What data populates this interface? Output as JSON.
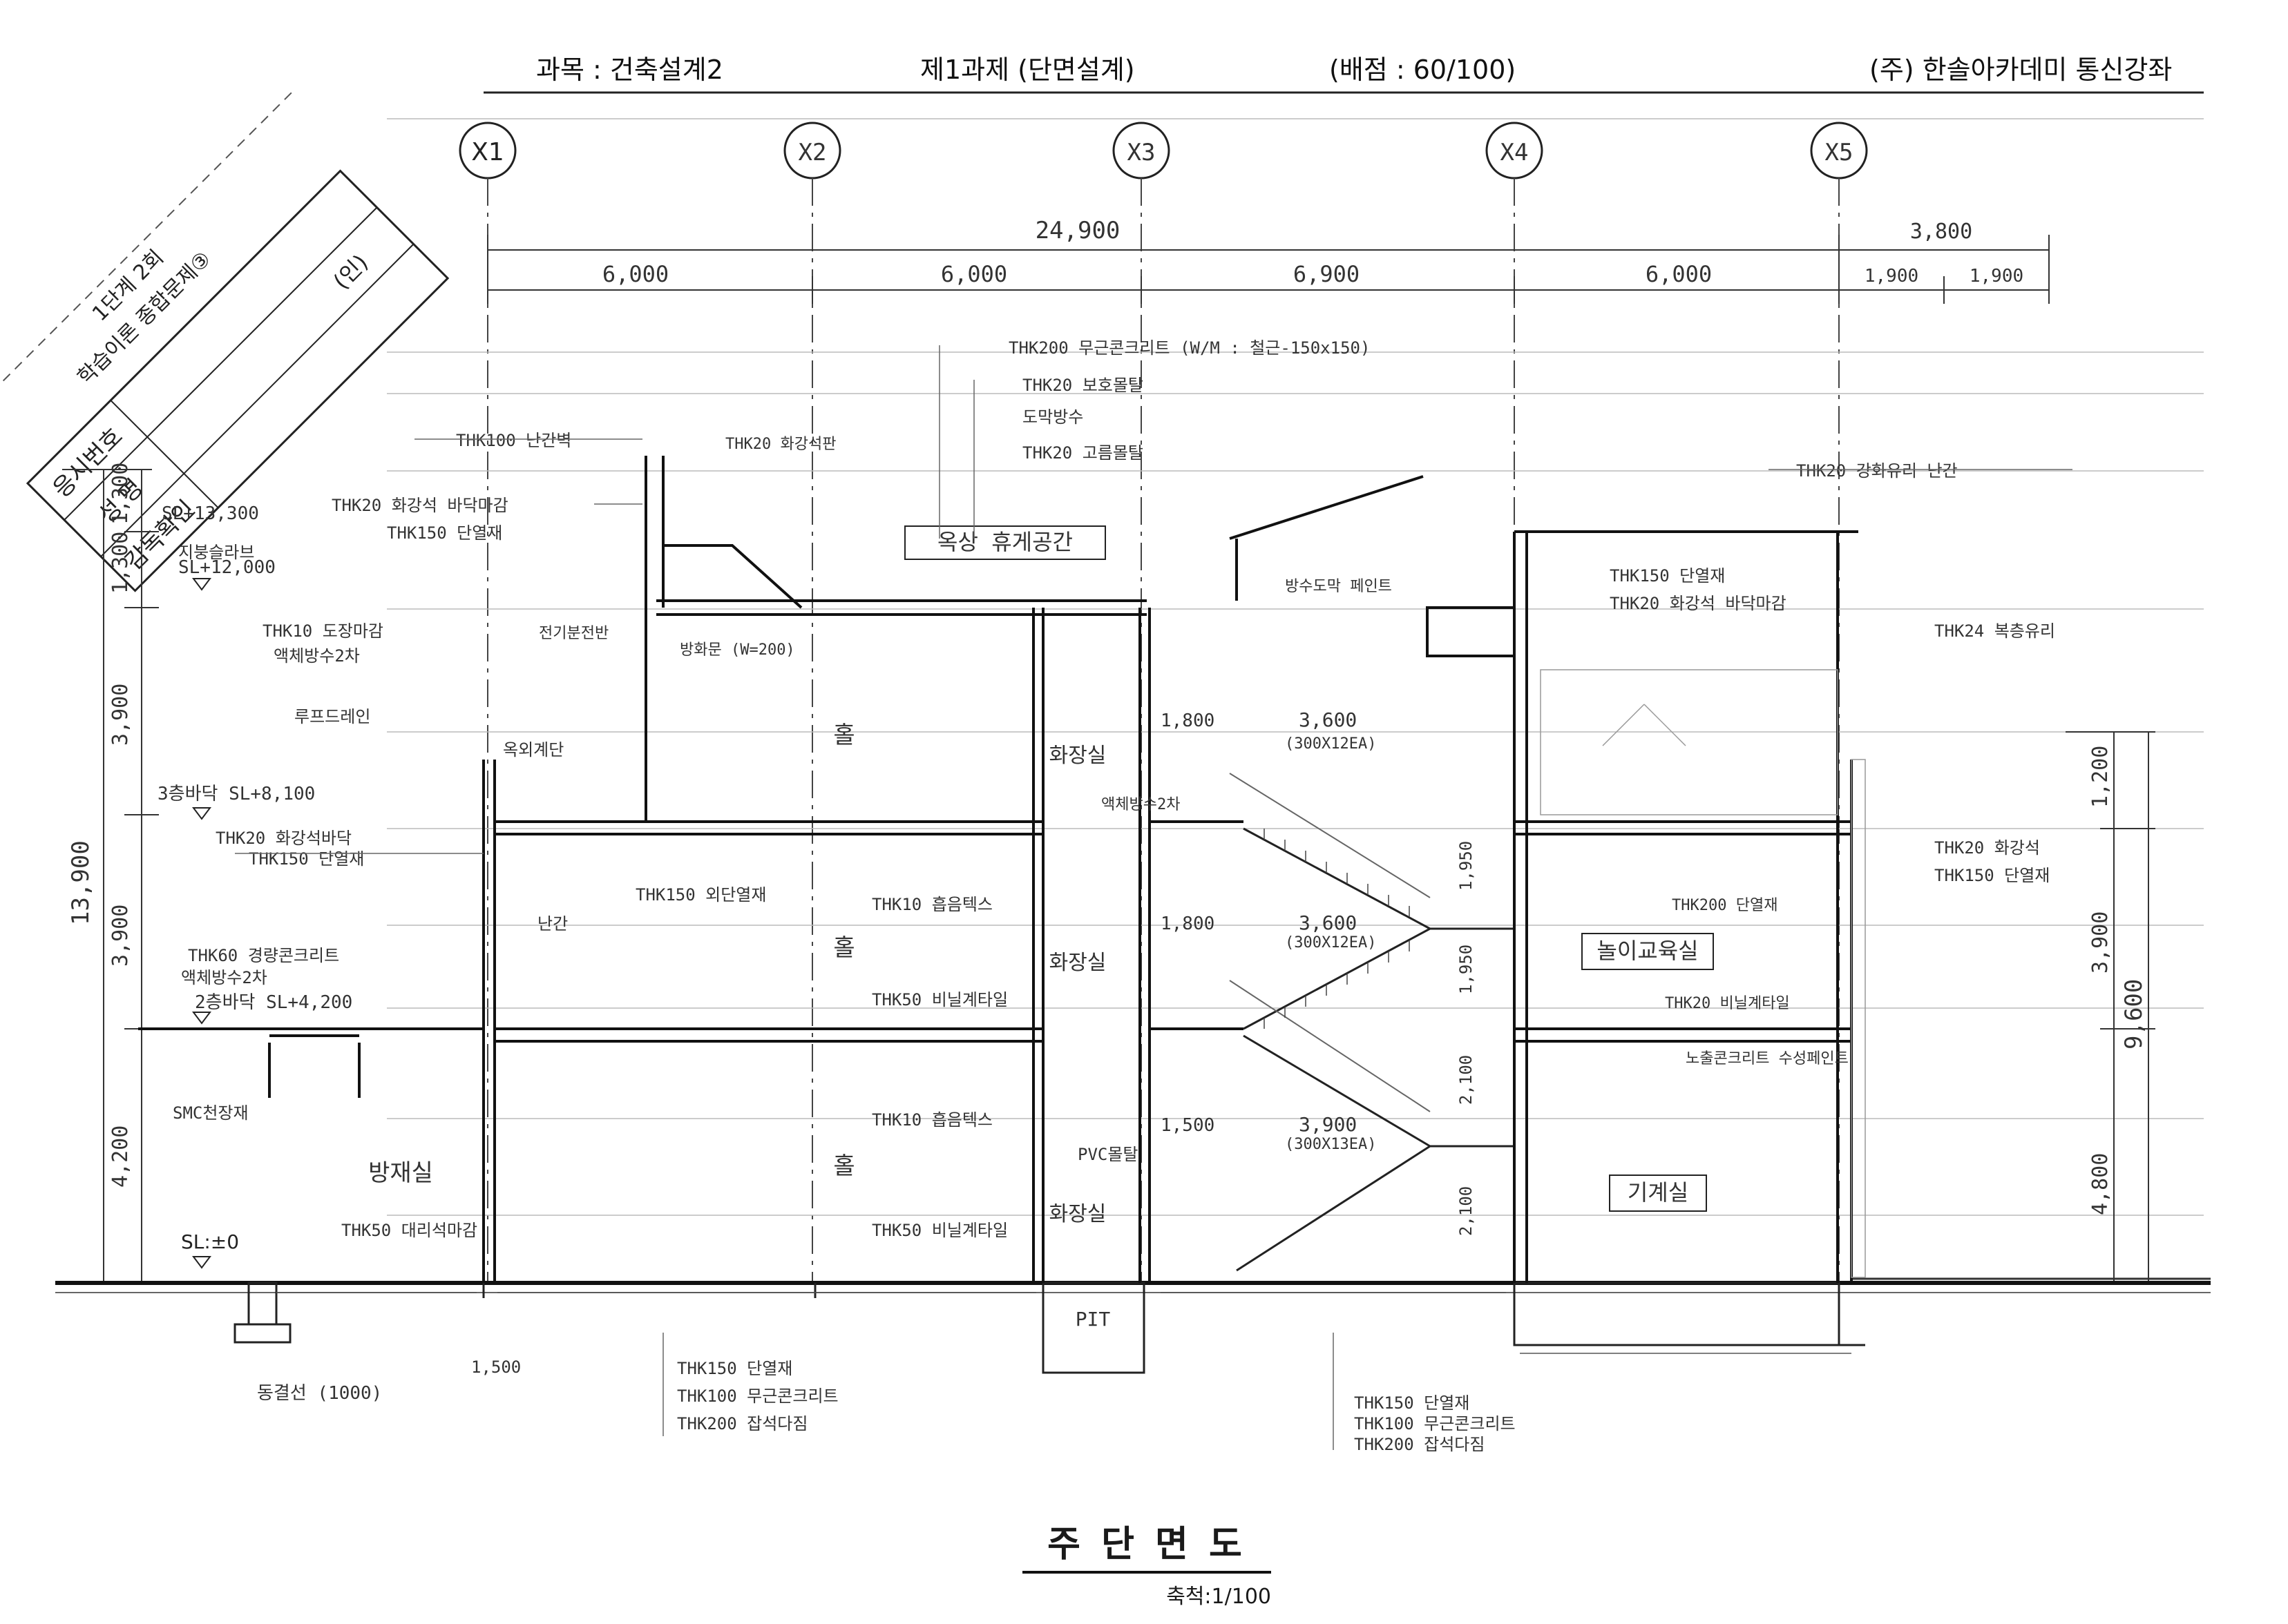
{
  "header": {
    "subject": "과목 : 건축설계2",
    "assignment": "제1과제 (단면설계)",
    "score": "(배점 : 60/100)",
    "company": "(주) 한솔아카데미 통신강좌"
  },
  "stamp": {
    "line1": "1단계 2회",
    "line2": "학습이론 종합문제③",
    "exam_number": "응시번호",
    "name": "성 명",
    "supervisor": "감독확인",
    "seal": "(인)"
  },
  "grid": [
    "X1",
    "X2",
    "X3",
    "X4",
    "X5"
  ],
  "dimensions": {
    "total": "24,900",
    "right_total": "3,800",
    "spans": [
      "6,000",
      "6,000",
      "6,900",
      "6,000",
      "1,900",
      "1,900"
    ]
  },
  "levels": {
    "ground": "SL:±0",
    "roof": "SL+13,300",
    "roof2": "SL+12,000",
    "third": "3층바닥 SL+8,100",
    "second": "2층바닥 SL+4,200",
    "heights_left": [
      "1,300",
      "1,300",
      "3,900",
      "3,900",
      "4,200"
    ],
    "total_height": "13,900",
    "heights_right": [
      "1,200",
      "3,900",
      "4,800",
      "9,600"
    ]
  },
  "rooms": {
    "roof_rest": "옥상 휴게공간",
    "hall3": "홀",
    "toilet3": "화장실",
    "hall2": "홀",
    "toilet2": "화장실",
    "hall1": "홀",
    "toilet1": "화장실",
    "office": "방재실",
    "play": "놀이교육실",
    "machine": "기계실",
    "pit": "PIT"
  },
  "stairs": {
    "flight3": "3,600",
    "tread3": "(300X12EA)",
    "flight2": "3,600",
    "tread2": "(300X12EA)",
    "flight1": "3,900",
    "tread1": "(300X13EA)",
    "landing1": "1,800",
    "landing2": "1,800",
    "landing3": "1,500",
    "riser_heights": [
      "1,950",
      "1,950",
      "2,100",
      "2,100"
    ]
  },
  "notes": {
    "roof_a": "THK200 무근콘크리트 (W/M : 철근-150x150)",
    "roof_b": "THK20 보호몰탈",
    "roof_c": "도막방수",
    "roof_d": "THK20 고름몰탈",
    "roof_left": "THK100 난간벽",
    "parapet": "THK20 화강석 바닥마감",
    "insul": "THK150 단열재",
    "slope": "지붕슬라브",
    "gutter": "THK10 도장마감",
    "waterproof": "액체방수2차",
    "drain": "루프드레인",
    "awning": "THK20 화강석판",
    "roof_gl": "THK20 강화유리 난간",
    "skylight": "THK150 단열재",
    "skylight2": "THK20 화강석 바닥마감",
    "glass_rail": "THK24 복층유리",
    "slab3_a": "THK20 화강석바닥",
    "slab3_b": "THK150 단열재",
    "wall2": "THK150 외단열재",
    "ceiling2": "THK10 흡음텍스",
    "floor2": "THK50 비닐계타일",
    "ceiling1": "THK10 흡음텍스",
    "floor1": "THK50 비닐계타일",
    "left_a": "THK60 경량콘크리트",
    "left_b": "액체방수2차",
    "gf_a": "SMC천장재",
    "gf_b": "THK50 대리석마감",
    "gf_wall": "PVC몰탈",
    "base_a": "THK150 단열재",
    "base_b": "THK100 무근콘크리트",
    "base_c": "THK200 잡석다짐",
    "base_d": "THK150 단열재",
    "base_e": "THK100 무근콘크리트",
    "base_f": "THK200 잡석다짐",
    "footing": "동결선 (1000)",
    "footing_dim": "1,500",
    "play_ceiling": "THK20 비닐계타일",
    "mech_note": "노출콘크리트 수성페인트",
    "right_rail": "THK20 화강석",
    "right_insul": "THK150 단열재",
    "right_floor": "THK200 단열재",
    "third_hall": "옥외계단",
    "rail_note": "난간",
    "toilet_note": "액체방수2차",
    "door": "방화문 (W=200)",
    "slope_note": "방수도막 페인트",
    "tbar": "전기분전반"
  },
  "footer": {
    "title": "주 단 면 도",
    "scale": "축척:1/100"
  }
}
